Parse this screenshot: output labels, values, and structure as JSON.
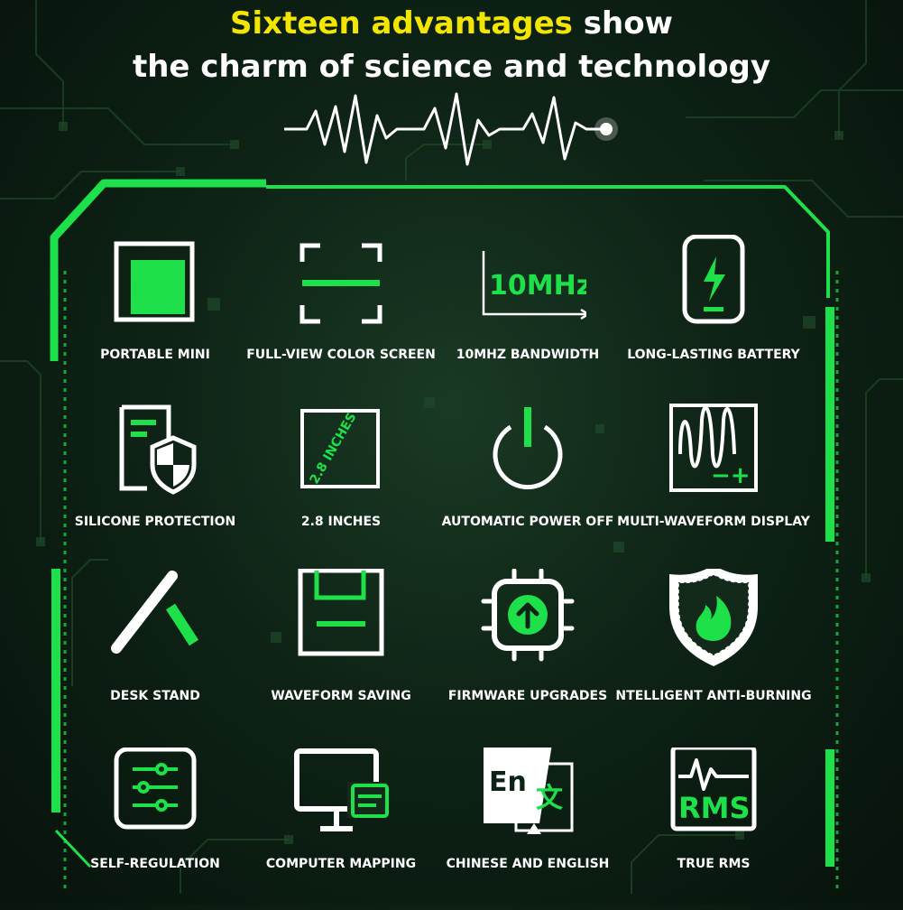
{
  "heading": {
    "line1_highlight": "Sixteen advantages",
    "line1_rest": " show",
    "line2": "the charm of science and technology"
  },
  "colors": {
    "accent": "#1ee04a",
    "highlight": "#f2e600",
    "background": "#0e2316",
    "icon_stroke": "#ffffff"
  },
  "features": [
    {
      "label": "PORTABLE MINI",
      "icon": "portable-mini-icon"
    },
    {
      "label": "FULL-VIEW COLOR SCREEN",
      "icon": "full-view-screen-icon"
    },
    {
      "label": "10MHZ BANDWIDTH",
      "icon": "bandwidth-icon",
      "icon_text": "10MHz"
    },
    {
      "label": "LONG-LASTING BATTERY",
      "icon": "battery-phone-icon"
    },
    {
      "label": "SILICONE PROTECTION",
      "icon": "shield-document-icon"
    },
    {
      "label": "2.8 INCHES",
      "icon": "screen-size-icon",
      "icon_text": "2.8 INCHES"
    },
    {
      "label": "AUTOMATIC POWER OFF",
      "icon": "power-icon"
    },
    {
      "label": "MULTI-WAVEFORM DISPLAY",
      "icon": "waveform-display-icon",
      "icon_text": "−+"
    },
    {
      "label": "DESK STAND",
      "icon": "desk-stand-icon"
    },
    {
      "label": "WAVEFORM SAVING",
      "icon": "save-floppy-icon"
    },
    {
      "label": "FIRMWARE UPGRADES",
      "icon": "chip-upgrade-icon"
    },
    {
      "label": "NTELLIGENT ANTI-BURNING",
      "icon": "flame-shield-icon"
    },
    {
      "label": "SELF-REGULATION",
      "icon": "sliders-icon"
    },
    {
      "label": "COMPUTER MAPPING",
      "icon": "computer-monitor-icon"
    },
    {
      "label": "CHINESE AND ENGLISH",
      "icon": "language-icon",
      "icon_text_a": "En",
      "icon_text_b": "文"
    },
    {
      "label": "TRUE RMS",
      "icon": "rms-icon",
      "icon_text": "RMS"
    }
  ]
}
